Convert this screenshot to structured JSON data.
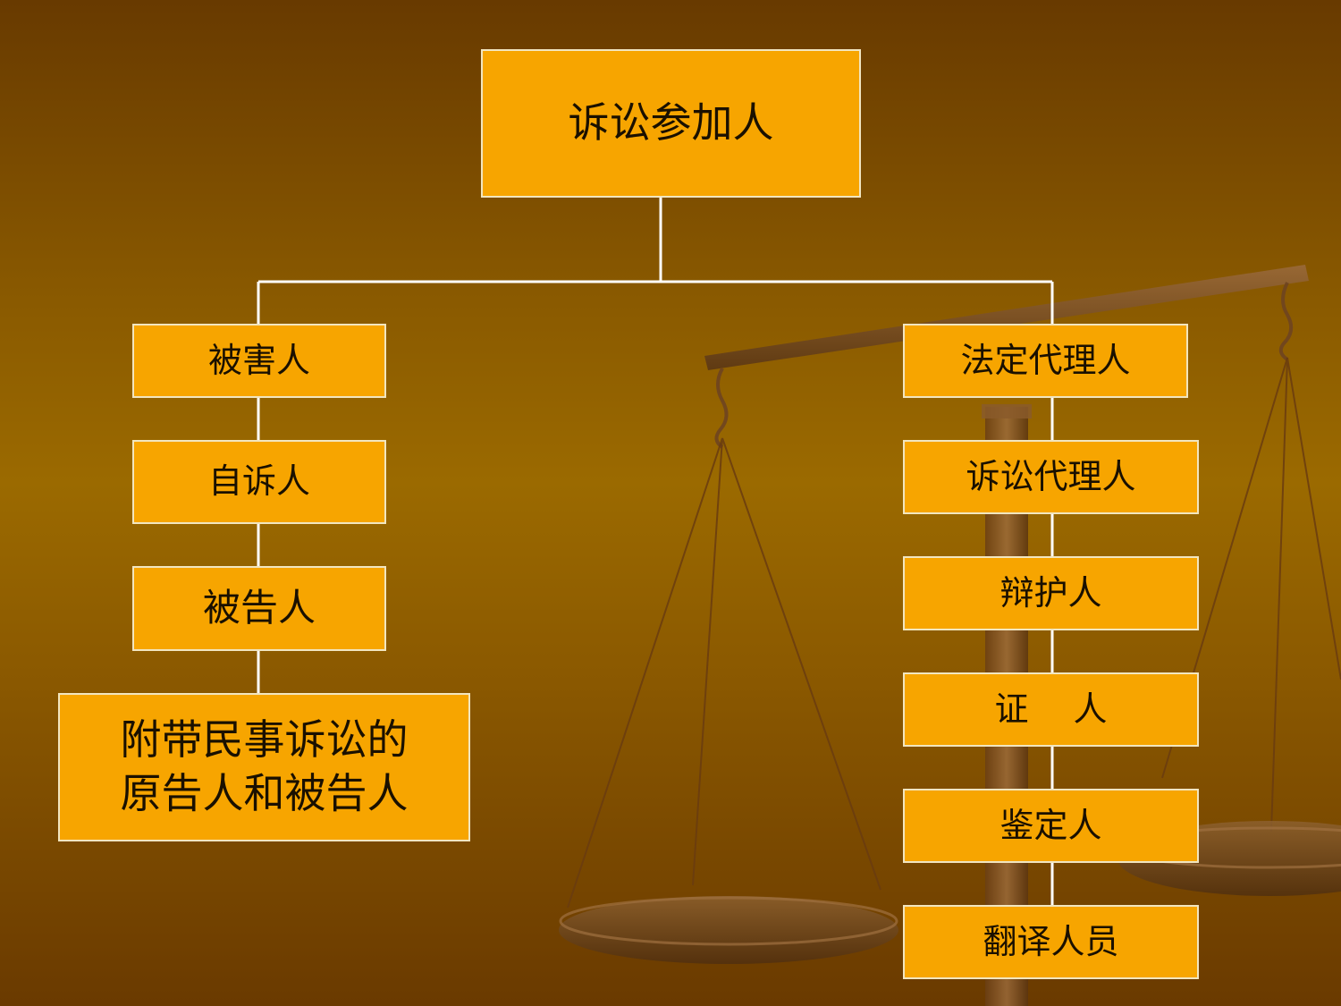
{
  "diagram": {
    "root": "诉讼参加人",
    "left_branch": [
      "被害人",
      "自诉人",
      "被告人",
      [
        "附带民事诉讼的",
        "原告人和被告人"
      ]
    ],
    "right_branch": [
      "法定代理人",
      "诉讼代理人",
      "辩护人",
      "证　 人",
      "鉴定人",
      "翻译人员"
    ]
  },
  "colors": {
    "node_fill": "#f7a500",
    "node_border": "#f2e6c0",
    "connector": "#ffffff",
    "background_dark": "#683a00",
    "background_light": "#9b6a00"
  },
  "decoration": "balance-scale-watermark"
}
